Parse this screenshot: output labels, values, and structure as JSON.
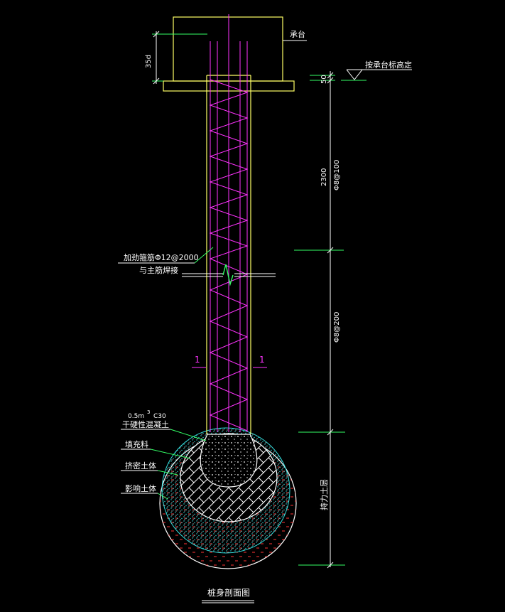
{
  "labels": {
    "cap": "承台",
    "cap_elevation": "按承台标高定",
    "embed_length": "35d",
    "dim_top": "50",
    "dim_upper_len": "2300",
    "stirrup_upper": "Φ8@100",
    "stirrup_lower": "Φ8@200",
    "stiffener_line1": "加劲箍筋Φ12@2000",
    "stiffener_line2": "与主筋焊接",
    "section_left": "1",
    "section_right": "1",
    "mix_ratio_a": "0.5m",
    "mix_ratio_b": "3",
    "mix_ratio_c": "C30",
    "dry_concrete": "干硬性混凝土",
    "fill_material": "填充料",
    "compacted_soil": "挤密土体",
    "affected_soil": "影响土体",
    "bearing_layer": "持力土层",
    "title": "桩身剖面图"
  },
  "colors": {
    "background": "#000000",
    "outline": "#ffff66",
    "rebar": "#ff33ff",
    "dimension": "#33ff66",
    "text": "#ffffff",
    "hatch_cyan": "#33dddd",
    "hatch_red": "#ff3333"
  }
}
